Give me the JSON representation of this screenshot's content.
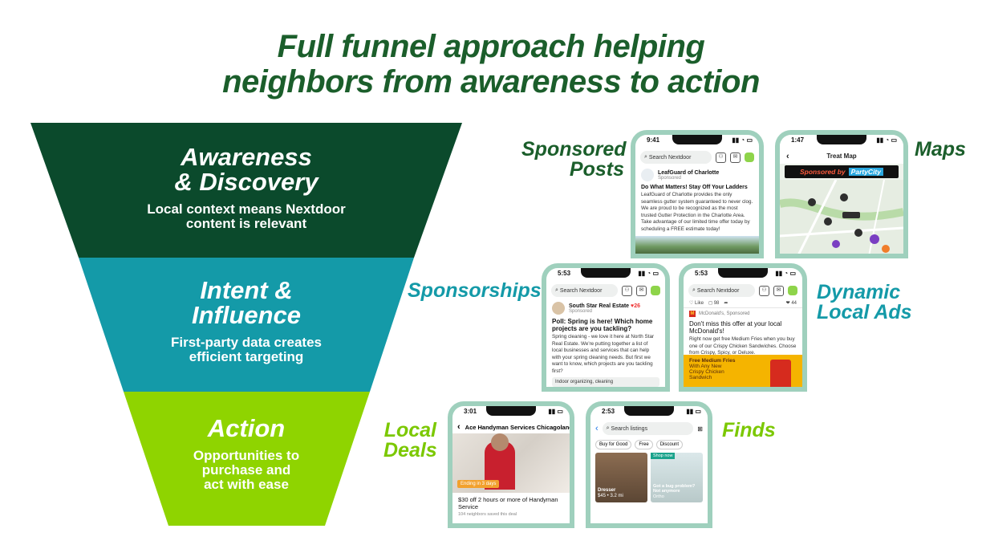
{
  "title": [
    "Full funnel approach helping",
    "neighbors from awareness to action"
  ],
  "colors": {
    "dark_green": "#0b4a2c",
    "teal": "#149aa8",
    "lime": "#8fd400",
    "title_green": "#1b5e2b"
  },
  "funnel": [
    {
      "heading": [
        "Awareness",
        "& Discovery"
      ],
      "body": [
        "Local context means Nextdoor",
        "content is relevant"
      ]
    },
    {
      "heading": [
        "Intent &",
        "Influence"
      ],
      "body": [
        "First-party data creates",
        "efficient targeting"
      ]
    },
    {
      "heading": [
        "Action"
      ],
      "body": [
        "Opportunities to",
        "purchase and",
        "act with ease"
      ]
    }
  ],
  "labels": {
    "sponsored_posts": [
      "Sponsored",
      "Posts"
    ],
    "maps": [
      "Maps"
    ],
    "sponsorships": [
      "Sponsorships"
    ],
    "dynamic_local_ads": [
      "Dynamic",
      "Local Ads"
    ],
    "local_deals": [
      "Local",
      "Deals"
    ],
    "finds": [
      "Finds"
    ]
  },
  "phones": {
    "sponsored_post": {
      "time": "9:41",
      "search": "Search Nextdoor",
      "advertiser": "LeafGuard of Charlotte",
      "sponsored": "Sponsored",
      "headline": "Do What Matters! Stay Off Your Ladders",
      "body": "LeafGuard of Charlotte provides the only seamless gutter system guaranteed to never clog. We are proud to be recognized as the most trusted Gutter Protection in the Charlotte Area. Take advantage of our limited time offer today by scheduling a FREE estimate today!"
    },
    "map": {
      "time": "1:47",
      "header": "Treat Map",
      "banner_prefix": "Sponsored by",
      "banner_brand": "PartyCity"
    },
    "sponsorship": {
      "time": "5:53",
      "search": "Search Nextdoor",
      "advertiser": "South Star Real Estate",
      "likes": "26",
      "sponsored": "Sponsored",
      "question": "Poll: Spring is here! Which home projects are you tackling?",
      "body": "Spring cleaning - we love it here at North Star Real Estate. We're putting together a list of local businesses and services that can help with your spring cleaning needs. But first we want to know, which projects are you tackling first?",
      "option": "Indoor organizing, cleaning"
    },
    "dynamic_ad": {
      "time": "5:53",
      "search": "Search Nextdoor",
      "like": "Like",
      "comments": "98",
      "reactions": "44",
      "advertiser": "McDonald's, Sponsored",
      "headline": "Don't miss this offer at your local McDonald's!",
      "body": "Right now get free Medium Fries when you buy one of our Crispy Chicken Sandwiches. Choose from Crispy, Spicy, or Deluxe.",
      "promo": [
        "Free Medium Fries",
        "With Any New",
        "Crispy Chicken",
        "Sandwich"
      ]
    },
    "local_deal": {
      "time": "3:01",
      "header": "Ace Handyman Services Chicagoland",
      "tag": "Ending in 3 days",
      "offer": "$30 off 2 hours or more of Handyman Service",
      "saved": "104 neighbors saved this deal"
    },
    "finds": {
      "time": "2:53",
      "search": "Search listings",
      "chips": [
        "Buy for Good",
        "Free",
        "Discount"
      ],
      "shop_now": "Shop now",
      "item1_name": "Dresser",
      "item1_meta": "$45 • 3.2 mi",
      "item2_name": "Got a bug problem? Not anymore",
      "item2_meta": "Ortho"
    }
  }
}
